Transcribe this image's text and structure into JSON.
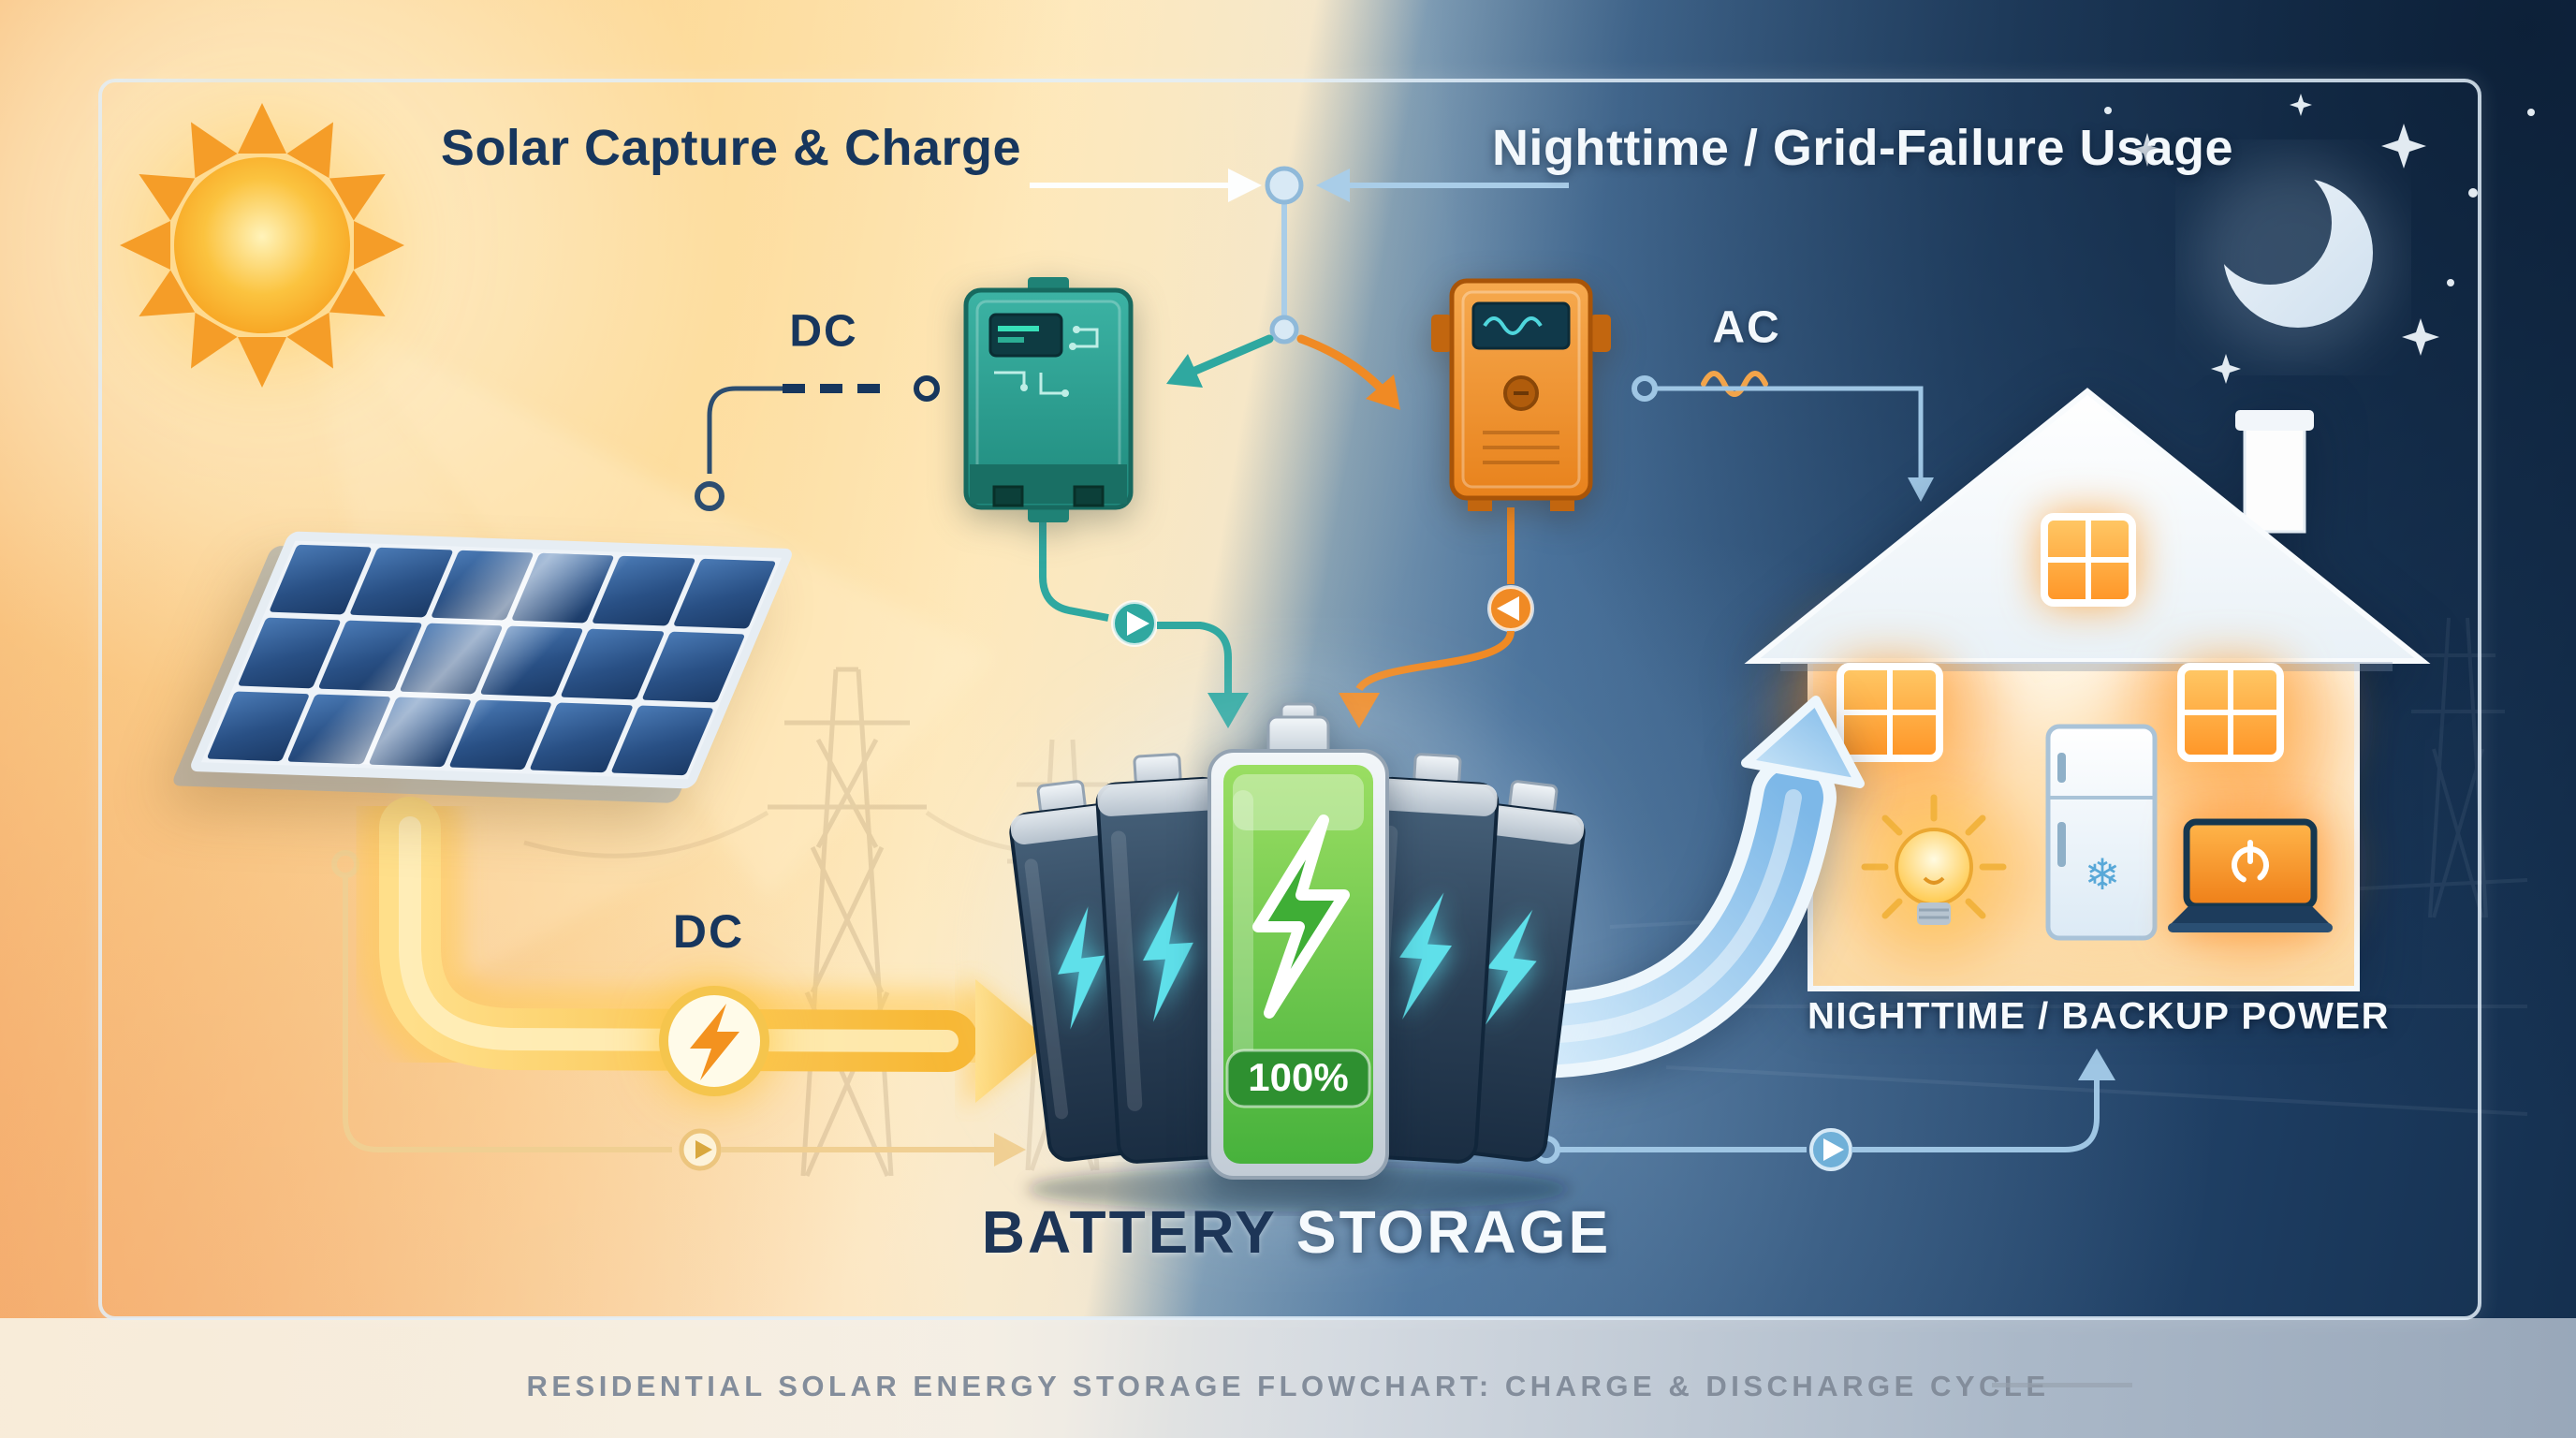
{
  "titles": {
    "left": "Solar Capture & Charge",
    "right": "Nighttime / Grid-Failure Usage"
  },
  "labels": {
    "dc_top": "DC",
    "ac": "AC",
    "dc_feed": "DC",
    "battery_word1": "BATTERY",
    "battery_word2": "STORAGE",
    "charge_percent": "100%",
    "house_caption": "NIGHTTIME / BACKUP POWER"
  },
  "footer": {
    "caption": "RESIDENTIAL SOLAR ENERGY STORAGE FLOWCHART: CHARGE & DISCHARGE CYCLE"
  },
  "icons": {
    "sun": "☀",
    "moon": "☽",
    "lightning_bolt": "⚡",
    "snowflake": "❄",
    "power": "⏻",
    "play_arrow": "▶"
  },
  "colors": {
    "day_warm": "#f6b35f",
    "night_navy": "#1d3a5c",
    "accent_teal": "#2fa8a0",
    "accent_orange": "#f08a24",
    "accent_yellow": "#f9c74f",
    "battery_green": "#54c23a",
    "flow_blue": "#9fc6e4",
    "text_navy": "#17365d",
    "text_white": "#f3f8fc",
    "footer_gray": "#838d9b"
  }
}
